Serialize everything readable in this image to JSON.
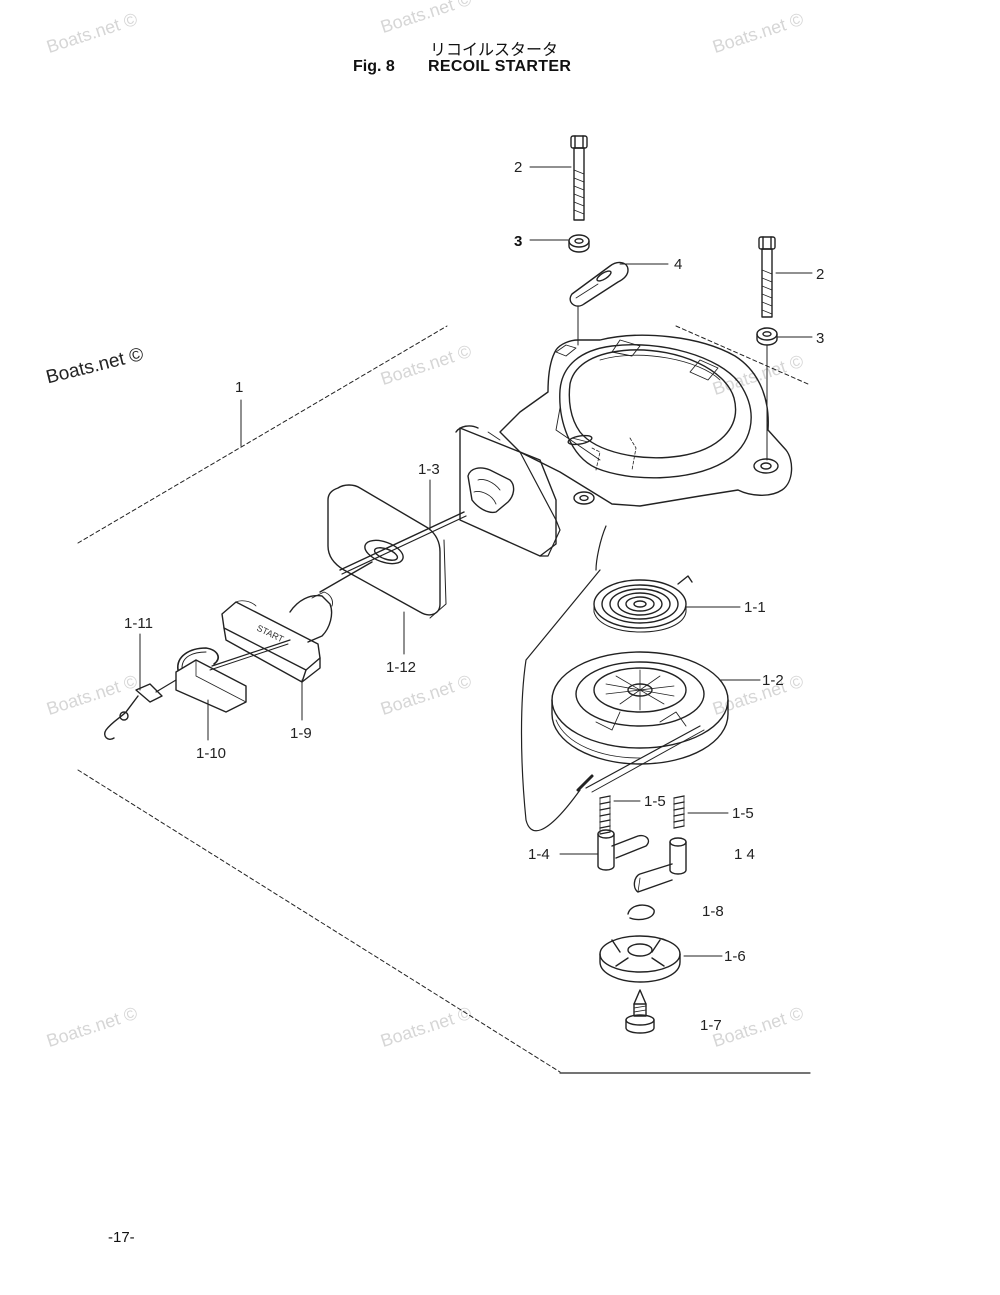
{
  "header": {
    "title_jp": "リコイルスタータ",
    "fig_number": "Fig. 8",
    "fig_title": "RECOIL STARTER"
  },
  "footer": {
    "page": "-17-"
  },
  "watermark": {
    "text": "Boats.net ©"
  },
  "callouts": {
    "c2a": "2",
    "c3a": "3",
    "c4": "4",
    "c2b": "2",
    "c3b": "3",
    "c1": "1",
    "c1_3": "1-3",
    "c1_1": "1-1",
    "c1_2": "1-2",
    "c1_11": "1-11",
    "c1_12": "1-12",
    "c1_9": "1-9",
    "c1_10": "1-10",
    "c1_5a": "1-5",
    "c1_5b": "1-5",
    "c1_4a": "1-4",
    "c1_4b": "1 4",
    "c1_8": "1-8",
    "c1_6": "1-6",
    "c1_7": "1-7"
  },
  "colors": {
    "line": "#222222",
    "watermark": "#d6d6d6"
  }
}
